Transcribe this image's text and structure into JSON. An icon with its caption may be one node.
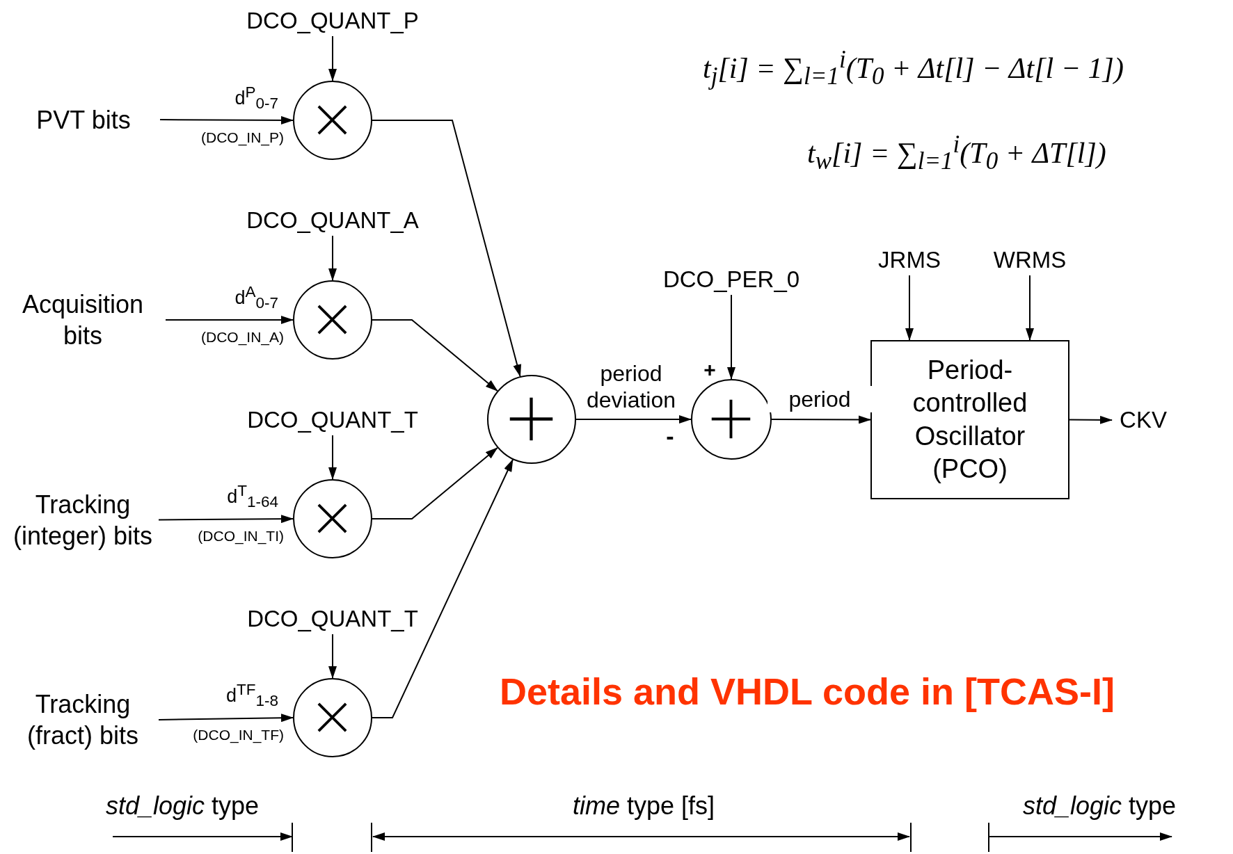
{
  "diagram": {
    "nodes": [
      {
        "text": [
          "PVT bits"
        ]
      },
      {
        "text": [
          "Acquisition bits"
        ]
      },
      {
        "text": [
          "Tracking (integer) bits"
        ]
      },
      {
        "text": [
          "Tracking (fract) bits"
        ]
      },
      {
        "text": [],
        "shape": "circle"
      },
      {
        "text": [],
        "shape": "circle"
      },
      {
        "text": [],
        "shape": "circle"
      },
      {
        "text": [],
        "shape": "circle"
      },
      {
        "text": [
          "DCO_QUANT_P"
        ]
      },
      {
        "text": [
          "DCO_QUANT_A"
        ]
      },
      {
        "text": [
          "DCO_QUANT_T"
        ]
      },
      {
        "text": [
          "DCO_QUANT_T"
        ]
      },
      {
        "text": [],
        "shape": "circle"
      },
      {
        "text": [
          "DCO_PER_0"
        ]
      },
      {
        "text": [],
        "shape": "circle"
      },
      {
        "text": [
          "Period-controlled Oscillator (PCO)"
        ]
      },
      {
        "text": [
          "JRMS"
        ]
      },
      {
        "text": [
          "WRMS"
        ]
      },
      {
        "text": [
          "CKV"
        ]
      }
    ],
    "edges": [
      {
        "from": 0,
        "to": 4,
        "arrow": "to",
        "label": "d$^{P}$$_{0-7}$"
      },
      {
        "from": 1,
        "to": 5,
        "arrow": "to",
        "label": "d$^{A}$$_{0-7}$"
      },
      {
        "from": 2,
        "to": 6,
        "arrow": "to",
        "label": "d$^{T}$$_{1-64}$"
      },
      {
        "from": 3,
        "to": 7,
        "arrow": "to",
        "label": "d$^{TF}$$_{1-8}$"
      },
      {
        "from": 8,
        "to": 4,
        "arrow": "to"
      },
      {
        "from": 9,
        "to": 5,
        "arrow": "to"
      },
      {
        "from": 10,
        "to": 6,
        "arrow": "to"
      },
      {
        "from": 11,
        "to": 7,
        "arrow": "to"
      },
      {
        "from": 4,
        "to": 12,
        "arrow": "to"
      },
      {
        "from": 5,
        "to": 12,
        "arrow": "to"
      },
      {
        "from": 6,
        "to": 12,
        "arrow": "to"
      },
      {
        "from": 7,
        "to": 12,
        "arrow": "to"
      },
      {
        "from": 12,
        "to": 14,
        "arrow": "to",
        "label": "period deviation"
      },
      {
        "from": 13,
        "to": 14,
        "arrow": "to"
      },
      {
        "from": 14,
        "to": 15,
        "arrow": "to",
        "label": "period"
      },
      {
        "from": 16,
        "to": 15,
        "arrow": "to"
      },
      {
        "from": 17,
        "to": 15,
        "arrow": "to"
      },
      {
        "from": 15,
        "to": 18,
        "arrow": "to"
      }
    ],
    "labels": [
      "t$_{j}$[i] = ∑$_{l=1}$$^{i}$(T$_{0}$ + Δt[l] − Δt[l − 1])",
      "t$_{w}$[i] = ∑$_{l=1}$$^{i}$(T$_{0}$ + ΔT[l])",
      "(DCO_IN_P)",
      "(DCO_IN_A)",
      "+",
      "-",
      "(DCO_IN_TI)",
      "(DCO_IN_TF)",
      "Details and VHDL code in [TCAS-I]",
      "*std_logic* type",
      "*time* type [fs]",
      "*std_logic* type"
    ]
  }
}
